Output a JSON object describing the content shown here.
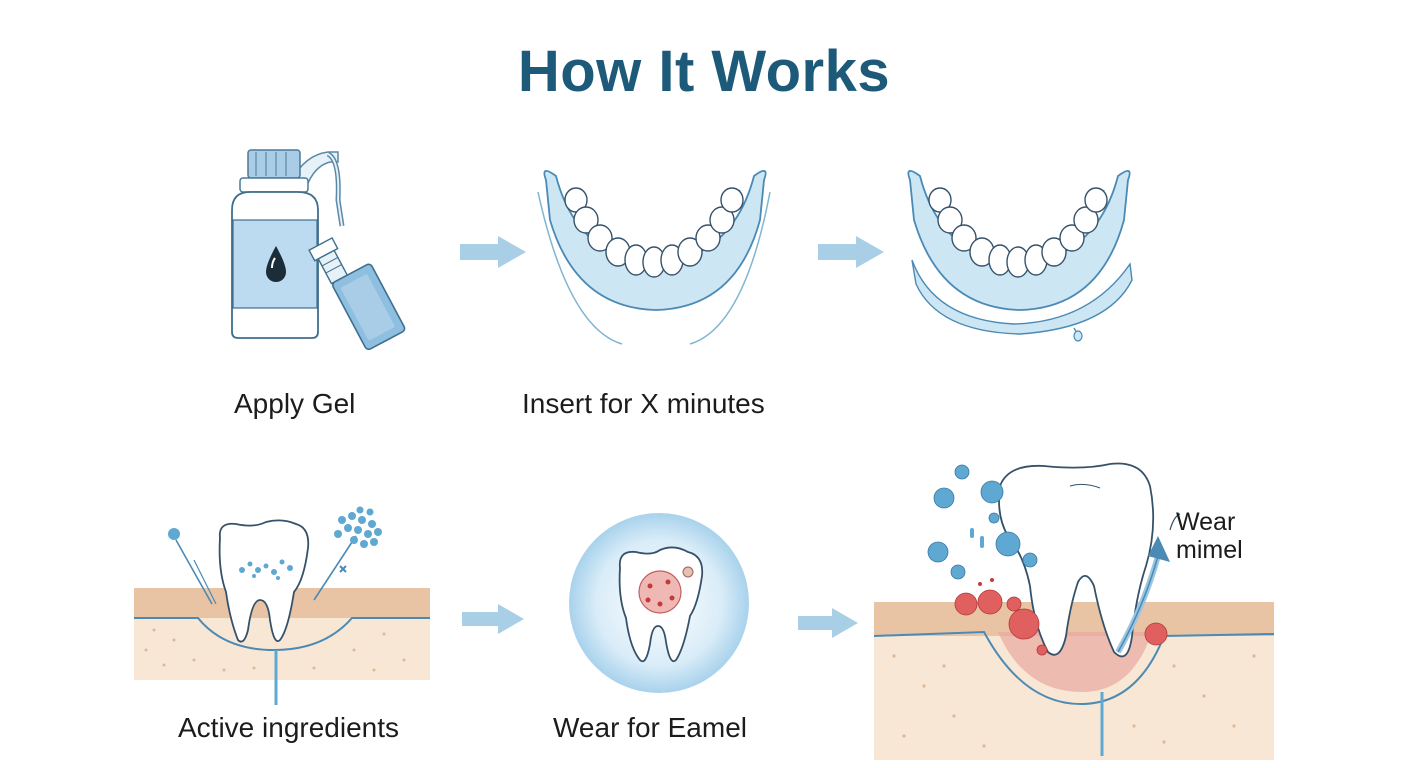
{
  "title": "How It Works",
  "steps": [
    {
      "label": "Apply Gel",
      "icon": "gel-bottle-with-tray-icon"
    },
    {
      "label": "Insert for X minutes",
      "icon": "dental-tray-icon"
    },
    {
      "label": "",
      "icon": "dental-tray-gel-icon"
    },
    {
      "label": "Active ingredients",
      "icon": "tooth-gum-ingredients-icon"
    },
    {
      "label": "Wear for Eamel",
      "icon": "tooth-circle-icon"
    },
    {
      "label": "",
      "icon": "tooth-enamel-repair-icon"
    }
  ],
  "annotation": {
    "line1": "Wear",
    "line2": "mimel"
  },
  "colors": {
    "title": "#1d5a7a",
    "light_blue": "#c9e3f2",
    "outline_blue": "#4a8ab5",
    "arrow_blue": "#a9cfe6",
    "gum": "#e8c4a4",
    "red": "#d9504f"
  }
}
